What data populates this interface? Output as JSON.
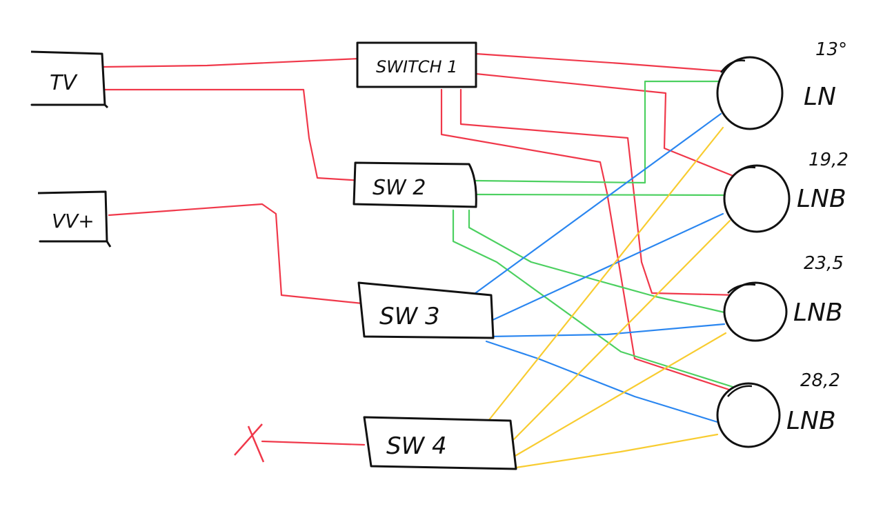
{
  "devices": {
    "tv": "TV",
    "vu": "VV+"
  },
  "switches": [
    "SWITCH 1",
    "SW 2",
    "SW 3",
    "SW 4"
  ],
  "lnbs": [
    {
      "position": "13°",
      "label": "LN"
    },
    {
      "position": "19,2",
      "label": "LNB"
    },
    {
      "position": "23,5",
      "label": "LNB"
    },
    {
      "position": "28,2",
      "label": "LNB"
    }
  ],
  "colors": {
    "red": "#f0384a",
    "green": "#4cd060",
    "blue": "#2a86f0",
    "yellow": "#f8cc30"
  }
}
